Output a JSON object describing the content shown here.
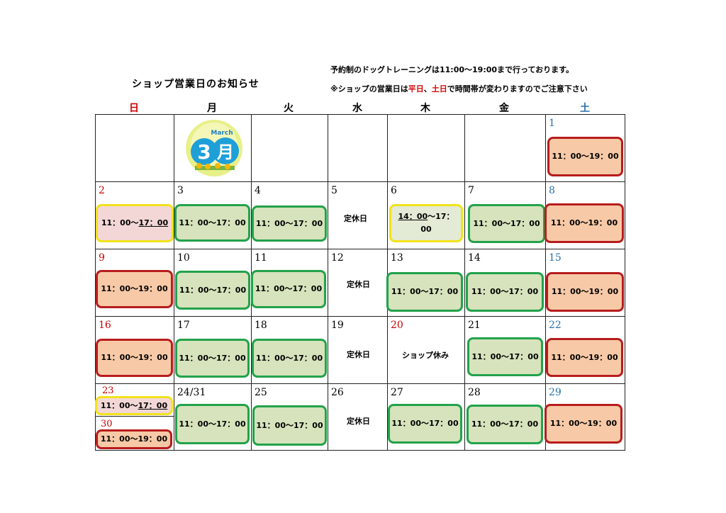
{
  "title": "ショップ営業日のお知らせ",
  "notes": {
    "line1": "予約制のドッグトレーニングは11:00～19:00まで行っております。",
    "line2_pre": "※ショップの営業日は",
    "line2_weekday": "平日",
    "line2_mid": "、",
    "line2_weekend": "土日",
    "line2_post": "で時間帯が変わりますのでご注意下さい"
  },
  "weekdays": [
    "日",
    "月",
    "火",
    "水",
    "木",
    "金",
    "土"
  ],
  "colors": {
    "sunday": "#d00000",
    "saturday": "#2a6fa8",
    "open_border": "#22a24a",
    "open_fill": "#d6e3bc",
    "weekend_border": "#b71c1c",
    "weekend_fill": "#f7c9a7",
    "sunday_border": "#f2e21c"
  },
  "logo": {
    "month": "3月",
    "label": "March",
    "icon": "march-calendar-icon"
  },
  "days": [
    {
      "num": "1",
      "hours": "11：00～19：00"
    },
    {
      "num": "2",
      "hours_pre": "11：00～",
      "hours_u": "17：00"
    },
    {
      "num": "3",
      "hours": "11：00～17：00"
    },
    {
      "num": "4",
      "hours": "11：00～17：00"
    },
    {
      "num": "5",
      "text": "定休日"
    },
    {
      "num": "6",
      "hours_u": "14：00",
      "hours_post": "～17：00"
    },
    {
      "num": "7",
      "hours": "11：00～17：00"
    },
    {
      "num": "8",
      "hours": "11：00～19：00"
    },
    {
      "num": "9",
      "hours": "11：00～19：00"
    },
    {
      "num": "10",
      "hours": "11：00～17：00"
    },
    {
      "num": "11",
      "hours": "11：00～17：00"
    },
    {
      "num": "12",
      "text": "定休日"
    },
    {
      "num": "13",
      "hours": "11：00～17：00"
    },
    {
      "num": "14",
      "hours": "11：00～17：00"
    },
    {
      "num": "15",
      "hours": "11：00～19：00"
    },
    {
      "num": "16",
      "hours": "11：00～19：00"
    },
    {
      "num": "17",
      "hours": "11：00～17：00"
    },
    {
      "num": "18",
      "hours": "11：00～17：00"
    },
    {
      "num": "19",
      "text": "定休日"
    },
    {
      "num": "20",
      "text": "ショップ休み"
    },
    {
      "num": "21",
      "hours": "11：00～17：00"
    },
    {
      "num": "22",
      "hours": "11：00～19：00"
    },
    {
      "num": "23",
      "hours_pre": "11：00～",
      "hours_u": "17：00"
    },
    {
      "num": "30",
      "hours": "11：00～19：00"
    },
    {
      "num": "24/31",
      "hours": "11：00～17：00"
    },
    {
      "num": "25",
      "hours": "11：00～17：00"
    },
    {
      "num": "26",
      "text": "定休日"
    },
    {
      "num": "27",
      "hours": "11：00～17：00"
    },
    {
      "num": "28",
      "hours": "11：00～17：00"
    },
    {
      "num": "29",
      "hours": "11：00～19：00"
    }
  ]
}
